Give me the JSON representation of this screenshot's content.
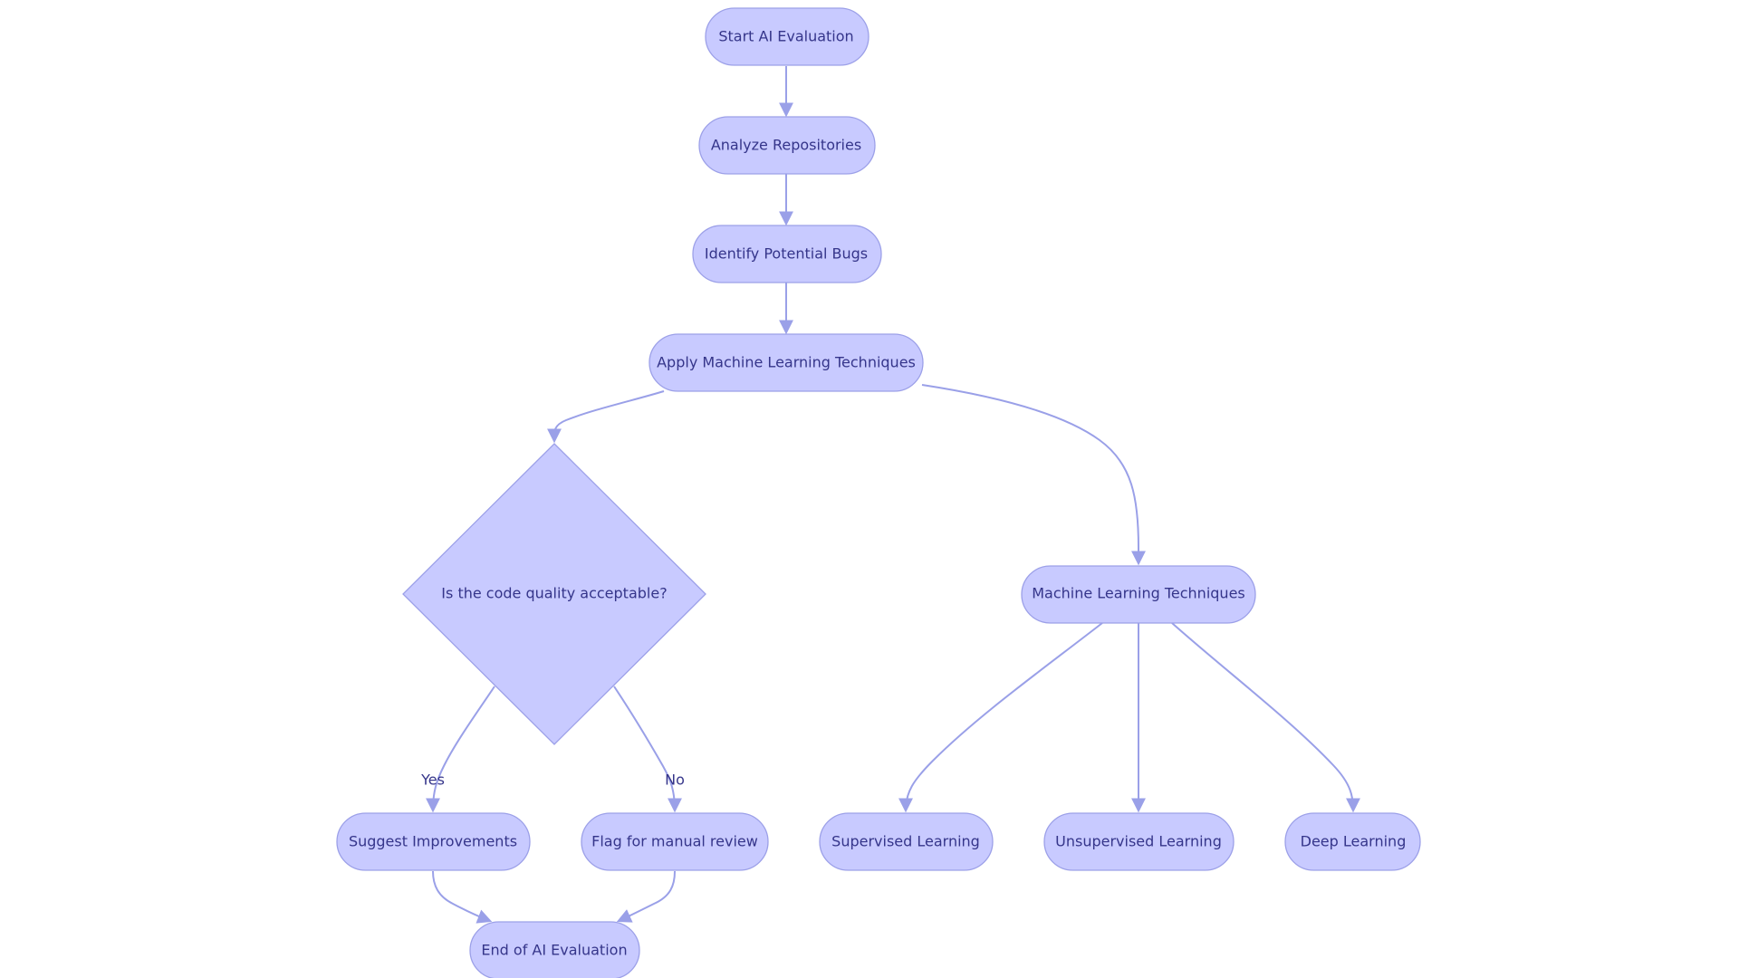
{
  "diagram": {
    "nodes": {
      "start": "Start AI Evaluation",
      "analyze": "Analyze Repositories",
      "identify": "Identify Potential Bugs",
      "apply_ml": "Apply Machine Learning Techniques",
      "decision": "Is the code quality acceptable?",
      "ml_techniques": "Machine Learning Techniques",
      "suggest": "Suggest Improvements",
      "flag": "Flag for manual review",
      "supervised": "Supervised Learning",
      "unsupervised": "Unsupervised Learning",
      "deep": "Deep Learning",
      "end": "End of AI Evaluation"
    },
    "edge_labels": {
      "yes": "Yes",
      "no": "No"
    },
    "colors": {
      "node_fill": "#c8caff",
      "node_stroke": "#9ca0e8",
      "edge": "#9aa0e8",
      "text": "#35358a"
    }
  }
}
